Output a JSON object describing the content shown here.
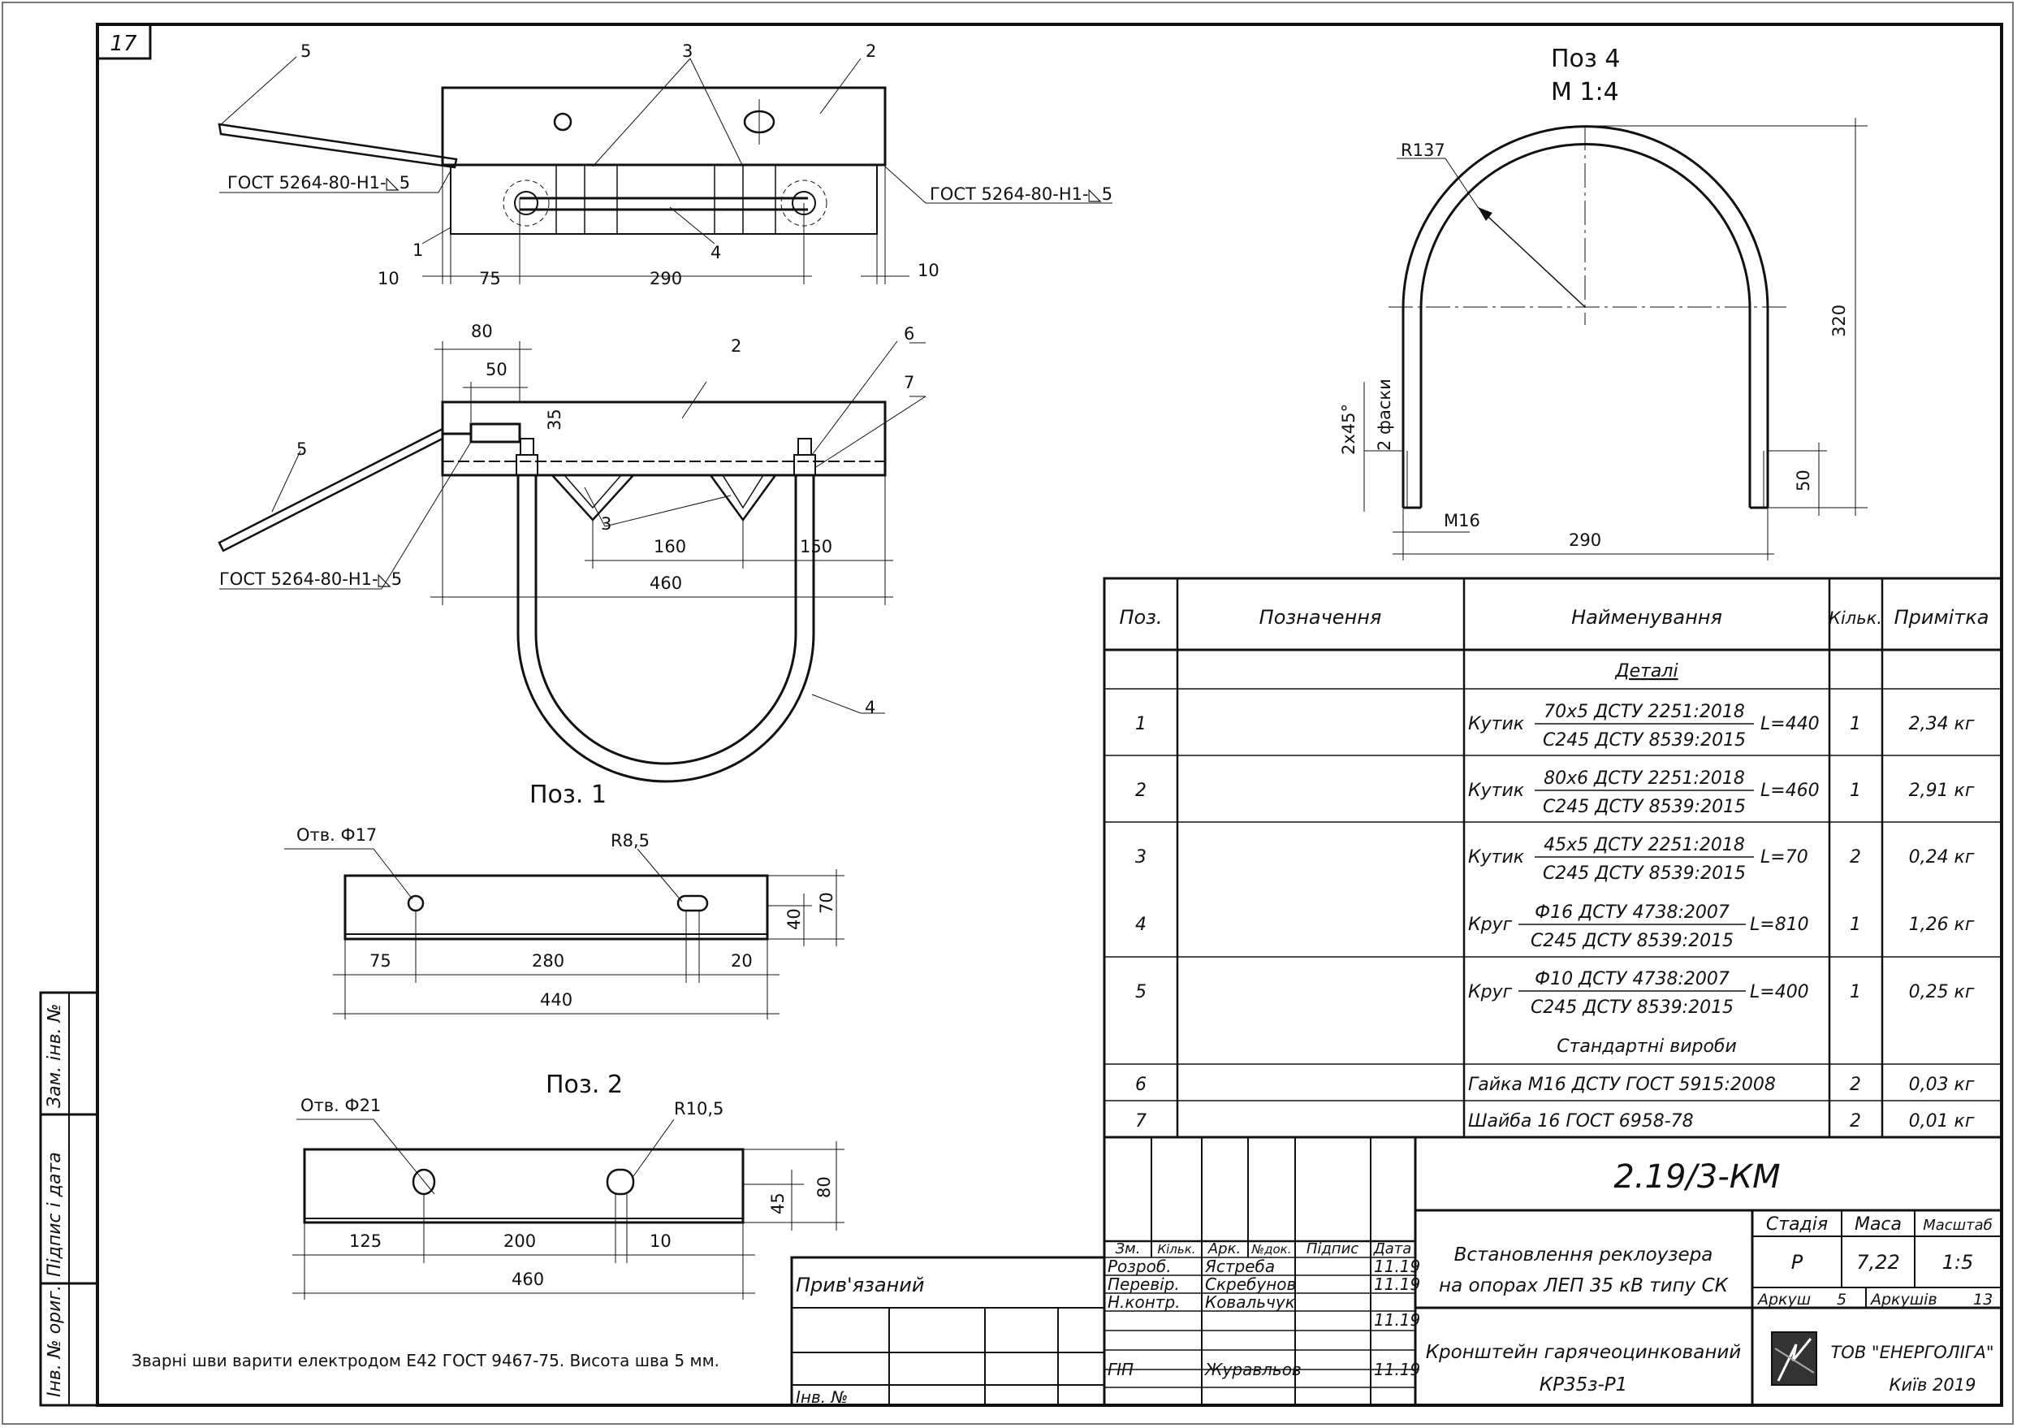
{
  "sheet_number": "17",
  "top_view": {
    "pos_labels": [
      "5",
      "3",
      "2",
      "1",
      "4"
    ],
    "weld_left": "ГОСТ 5264-80-Н1-◺5",
    "weld_right": "ГОСТ 5264-80-Н1-◺5",
    "dims": [
      "10",
      "75",
      "290",
      "10"
    ]
  },
  "front_view": {
    "pos_labels": [
      "2",
      "6",
      "7",
      "5",
      "3",
      "4"
    ],
    "weld": "ГОСТ 5264-80-Н1-◺5",
    "dims": [
      "80",
      "50",
      "35",
      "160",
      "150",
      "460"
    ]
  },
  "pos1": {
    "title": "Поз. 1",
    "hole": "Отв. Ф17",
    "radius": "R8,5",
    "dims": [
      "75",
      "280",
      "20",
      "440",
      "40",
      "70"
    ]
  },
  "pos2": {
    "title": "Поз. 2",
    "hole": "Отв. Ф21",
    "radius": "R10,5",
    "dims": [
      "125",
      "200",
      "10",
      "460",
      "45",
      "80"
    ]
  },
  "pos4": {
    "title": "Поз 4",
    "scale": "М 1:4",
    "radius": "R137",
    "chamfer": "2х45°",
    "chamfer_note": "2 фаски",
    "thread": "М16",
    "dims": [
      "320",
      "50",
      "290"
    ]
  },
  "weld_note": "Зварні шви варити електродом Е42 ГОСТ 9467-75. Висота шва 5 мм.",
  "side_stamp": [
    "Інв. № ориг.",
    "Підпис і дата",
    "Зам. інв. №"
  ],
  "bom": {
    "headers": [
      "Поз.",
      "Позначення",
      "Найменування",
      "Кільк.",
      "Примітка"
    ],
    "section_details": "Деталі",
    "section_standard": "Стандартні вироби",
    "rows": [
      {
        "pos": "1",
        "kind": "Кутик",
        "num": "70х5 ДСТУ 2251:2018",
        "den": "С245 ДСТУ 8539:2015",
        "len": "L=440",
        "qty": "1",
        "note": "2,34 кг"
      },
      {
        "pos": "2",
        "kind": "Кутик",
        "num": "80х6 ДСТУ 2251:2018",
        "den": "С245 ДСТУ 8539:2015",
        "len": "L=460",
        "qty": "1",
        "note": "2,91 кг"
      },
      {
        "pos": "3",
        "kind": "Кутик",
        "num": "45х5 ДСТУ 2251:2018",
        "den": "С245 ДСТУ 8539:2015",
        "len": "L=70",
        "qty": "2",
        "note": "0,24 кг"
      },
      {
        "pos": "4",
        "kind": "Круг",
        "num": "Ф16 ДСТУ 4738:2007",
        "den": "С245 ДСТУ 8539:2015",
        "len": "L=810",
        "qty": "1",
        "note": "1,26 кг"
      },
      {
        "pos": "5",
        "kind": "Круг",
        "num": "Ф10 ДСТУ 4738:2007",
        "den": "С245 ДСТУ 8539:2015",
        "len": "L=400",
        "qty": "1",
        "note": "0,25 кг"
      }
    ],
    "standard_rows": [
      {
        "pos": "6",
        "name": "Гайка М16 ДСТУ ГОСТ 5915:2008",
        "qty": "2",
        "note": "0,03 кг"
      },
      {
        "pos": "7",
        "name": "Шайба 16 ГОСТ 6958-78",
        "qty": "2",
        "note": "0,01 кг"
      }
    ]
  },
  "title_block": {
    "code": "2.19/3-КМ",
    "headers": [
      "Зм.",
      "Кільк.",
      "Арк.",
      "№док.",
      "Підпис",
      "Дата"
    ],
    "people": [
      {
        "role": "Розроб.",
        "name": "Ястреба",
        "date": "11.19"
      },
      {
        "role": "Перевір.",
        "name": "Скребунов",
        "date": "11.19"
      },
      {
        "role": "Н.контр.",
        "name": "Ковальчук",
        "date": "11.19"
      },
      {
        "role": "ГІП",
        "name": "Журавльов",
        "date": "11.19"
      }
    ],
    "project_line1": "Встановлення реклоузера",
    "project_line2": "на опорах ЛЕП 35 кВ типу СК",
    "stage_label": "Стадія",
    "mass_label": "Маса",
    "scale_label": "Масштаб",
    "stage": "Р",
    "mass": "7,22",
    "scale": "1:5",
    "sheet_label": "Аркуш",
    "sheet": "5",
    "sheets_label": "Аркушів",
    "sheets": "13",
    "drawing_line1": "Кронштейн гарячеоцинкований",
    "drawing_line2": "КР35з-Р1",
    "org_line1": "ТОВ \"ЕНЕРГОЛІГА\"",
    "org_line2": "Київ 2019",
    "attached": "Прив'язаний",
    "inv": "Інв. №"
  }
}
